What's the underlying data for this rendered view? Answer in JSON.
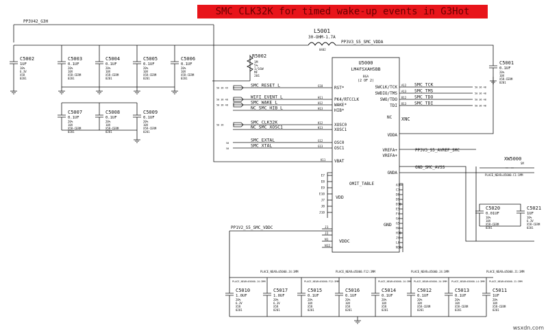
{
  "banner": "SMC CLK32K for timed wake-up events in G3Hot",
  "watermark": "wsxdn.com",
  "rails": {
    "g3h": "PP3V42_G3H",
    "s5_smc_vdda": "PP3V3_S5_SMC_VDDA",
    "s5_avref": "PP3V3_S5_AVREF_SMC",
    "vddc": "PP1V2_S5_SMC_VDDC"
  },
  "inductor": {
    "ref": "L5001",
    "value": "30-OHM-1.7A",
    "pkg": "0402"
  },
  "resistor": {
    "ref": "R5002",
    "lines": [
      "1M",
      "5%",
      "1/16W",
      "MF",
      "201"
    ]
  },
  "ic": {
    "ref": "U5000",
    "part": "LM4FSXAH5BB",
    "pkg": "BGA",
    "unit": "(2 OF 2)"
  },
  "upper_caps": [
    {
      "ref": "C5002",
      "value": "1UF",
      "lines": [
        "10%",
        "6.3V",
        "X5R",
        "0201"
      ]
    },
    {
      "ref": "C5003",
      "value": "0.1UF",
      "lines": [
        "20%",
        "10V",
        "X5R-CERM",
        "0201"
      ]
    },
    {
      "ref": "C5004",
      "value": "0.1UF",
      "lines": [
        "20%",
        "10V",
        "X5R-CERM",
        "0201"
      ]
    },
    {
      "ref": "C5005",
      "value": "0.1UF",
      "lines": [
        "20%",
        "10V",
        "X5R-CERM",
        "0201"
      ]
    },
    {
      "ref": "C5006",
      "value": "0.1UF",
      "lines": [
        "20%",
        "10V",
        "X5R-CERM",
        "0201"
      ]
    },
    {
      "ref": "C5007",
      "value": "0.1UF",
      "lines": [
        "20%",
        "10V",
        "X5R-CERM",
        "0201"
      ]
    },
    {
      "ref": "C5008",
      "value": "0.1UF",
      "lines": [
        "20%",
        "10V",
        "X5R-CERM",
        "0201"
      ]
    },
    {
      "ref": "C5009",
      "value": "0.1UF",
      "lines": [
        "20%",
        "10V",
        "X5R-CERM",
        "0201"
      ]
    }
  ],
  "c5001": {
    "ref": "C5001",
    "value": "0.1UF",
    "lines": [
      "20%",
      "10V",
      "X5R-CERM",
      "0201"
    ]
  },
  "c5020": {
    "ref": "C5020",
    "value": "0.01UF",
    "lines": [
      "10%",
      "10V",
      "X5R-CERM",
      "0201"
    ]
  },
  "c5021": {
    "ref": "C5021",
    "value": "1UF",
    "lines": [
      "10%",
      "6.3V",
      "X5R-CERM",
      "0201"
    ]
  },
  "xw": {
    "ref": "XW5000",
    "value": "SM",
    "place": "PLACE_NEAR=U5000.C1:1MM"
  },
  "left_signals": [
    {
      "name": "SMC_RESET_L",
      "pin": "G10",
      "func": "RST*"
    },
    {
      "name": "WIFI_EVENT_L",
      "pin": "H11",
      "func": "PK4/RTCCLK"
    },
    {
      "name": "SMC_WAKE_L",
      "pin": "H12",
      "func": "WAKE*"
    },
    {
      "name": "NC_SMC_HIB_L",
      "pin": "H13",
      "func": "HIB*"
    },
    {
      "name": "SMC_CLK32K",
      "pin": "K12",
      "func": "XOSC0"
    },
    {
      "name": "NC_SMC_XOSC1",
      "pin": "K13",
      "func": "XOSC1"
    },
    {
      "name": "SMC_EXTAL",
      "pin": "G12",
      "func": "OSC0"
    },
    {
      "name": "SMC_XTAL",
      "pin": "G13",
      "func": "OSC1"
    }
  ],
  "right_signals": [
    {
      "func": "SWCLK/TCK",
      "pin": "A12",
      "name": "SMC_TCK"
    },
    {
      "func": "SWDIO/TMS",
      "pin": "A13",
      "name": "SMC_TMS"
    },
    {
      "func": "SWO/TDO",
      "pin": "B12",
      "name": "SMC_TDO"
    },
    {
      "func": "TDI",
      "pin": "B13",
      "name": "SMC_TDI"
    }
  ],
  "ic_labels": {
    "vbat": "VBAT",
    "vbat_pin": "K11",
    "nc": "NC",
    "xnc": "XNC",
    "vdda": "VDDA",
    "vrefp1": "VREFA+",
    "vrefp2": "VREFA+",
    "gnda": "GNDA",
    "gnd_avref": "GND_SMC_AVSS",
    "vdd": "VDD",
    "gnd": "GND",
    "vddc": "VDDC",
    "unit_table": "OMIT_TABLE"
  },
  "vdd_pins": [
    "E7",
    "E8",
    "E9",
    "E10",
    "J7",
    "J8",
    "J10"
  ],
  "vddc_pins": [
    "J1",
    "J2",
    "N1",
    "N12"
  ],
  "gnd_pins": [
    "A1",
    "C7",
    "D8",
    "D9",
    "D10",
    "E5",
    "F4",
    "G4",
    "G5",
    "H4",
    "H10",
    "J4",
    "L6",
    "N11"
  ],
  "lower_caps": [
    {
      "ref": "C5010",
      "value": "1.0UF",
      "lines": [
        "20%",
        "6.3V",
        "X5R",
        "0201"
      ],
      "place": "PLACE_NEAR=U5000.J4:3MM"
    },
    {
      "ref": "C5017",
      "value": "1.0UF",
      "lines": [
        "20%",
        "6.3V",
        "X5R",
        "0201"
      ],
      "place": ""
    },
    {
      "ref": "C5015",
      "value": "0.1UF",
      "lines": [
        "20%",
        "10V",
        "X5R",
        "0201"
      ],
      "place": "PLACE_NEAR=U5000.F12:3MM"
    },
    {
      "ref": "C5016",
      "value": "0.1UF",
      "lines": [
        "20%",
        "10V",
        "X5R",
        "0201"
      ],
      "place": ""
    },
    {
      "ref": "C5014",
      "value": "0.1UF",
      "lines": [
        "20%",
        "10V",
        "X5R",
        "0201"
      ],
      "place": "PLACE_NEAR=U5000.J4:3MM"
    },
    {
      "ref": "C5012",
      "value": "0.1UF",
      "lines": [
        "20%",
        "10V",
        "X5R-CERM",
        "0201"
      ],
      "place": "PLACE_NEAR=U5000.J4:3MM"
    },
    {
      "ref": "C5013",
      "value": "0.1UF",
      "lines": [
        "20%",
        "10V",
        "X5R-CERM",
        "0201"
      ],
      "place": "PLACE_NEAR=U5000.L4:3MM"
    },
    {
      "ref": "C5011",
      "value": "1UF",
      "lines": [
        "20%",
        "10V",
        "X5R-CERM",
        "0201"
      ],
      "place": "PLACE_NEAR=U5000.J1:3MM"
    }
  ],
  "top_place_labels": [
    "PLACE_NEAR=U5000.J4:3MM",
    "PLACE_NEAR=U5000.F12:3MM",
    "PLACE_NEAR=U5000.J4:3MM",
    "PLACE_NEAR=U5000.J1:3MM"
  ],
  "page_refs": [
    "50 36 49",
    "50 36 48",
    "50 36 48",
    "50 36",
    "50 36 49",
    "50 36"
  ]
}
